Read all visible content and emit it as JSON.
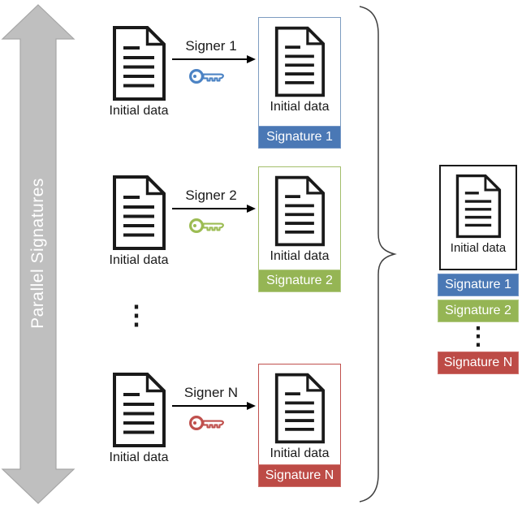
{
  "title": "Parallel Signatures",
  "rows": [
    {
      "source_label": "Initial data",
      "signer_label": "Signer 1",
      "result_label": "Initial data",
      "signature_label": "Signature 1",
      "color": "#4a78b5"
    },
    {
      "source_label": "Initial data",
      "signer_label": "Signer 2",
      "result_label": "Initial data",
      "signature_label": "Signature 2",
      "color": "#95b554"
    },
    {
      "source_label": "Initial data",
      "signer_label": "Signer N",
      "result_label": "Initial data",
      "signature_label": "Signature N",
      "color": "#bd4b46"
    }
  ],
  "ellipsis": "⋮",
  "final": {
    "doc_label": "Initial data",
    "signatures": [
      {
        "label": "Signature 1",
        "color": "#4a78b5"
      },
      {
        "label": "Signature 2",
        "color": "#95b554"
      },
      {
        "label": "Signature N",
        "color": "#bd4b46"
      }
    ],
    "ellipsis": "⋮"
  },
  "colors": {
    "arrow_fill": "#bfbfbf",
    "arrow_border": "#a6a6a6",
    "blue": "#4a78b5",
    "green": "#95b554",
    "red": "#bd4b46",
    "brace": "#3f3f3f",
    "document_outline": "#1a1a1a"
  }
}
